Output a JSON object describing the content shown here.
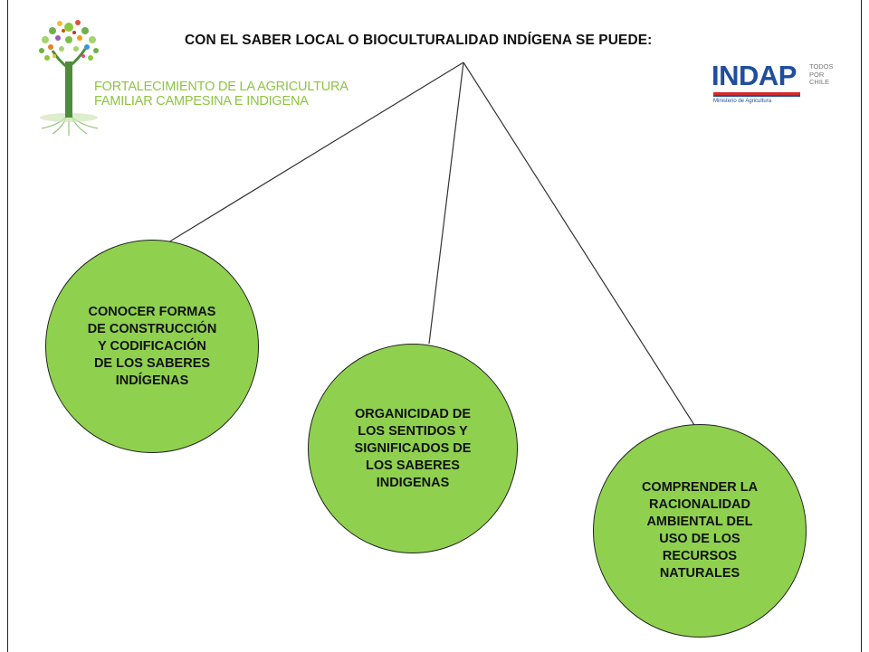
{
  "title": "CON EL SABER LOCAL O BIOCULTURALIDAD INDÍGENA SE PUEDE:",
  "program": {
    "lines": [
      "FORTALECIMIENTO DE LA AGRICULTURA",
      "FAMILIAR CAMPESINA E INDIGENA"
    ],
    "color": "#8cc63f"
  },
  "indap": {
    "brand": "INDAP",
    "tagline": [
      "TODOS",
      "POR",
      "CHILE"
    ],
    "ministry": "Ministerio de Agricultura",
    "brand_color": "#1f4e9c",
    "accent_color": "#d62b2b"
  },
  "nodes": [
    {
      "lines": [
        "CONOCER FORMAS",
        "DE CONSTRUCCIÓN",
        "Y CODIFICACIÓN",
        "DE LOS SABERES",
        "INDÍGENAS"
      ]
    },
    {
      "lines": [
        "ORGANICIDAD DE",
        "LOS SENTIDOS Y",
        "SIGNIFICADOS DE",
        "LOS SABERES",
        "INDIGENAS"
      ]
    },
    {
      "lines": [
        "COMPRENDER LA",
        "RACIONALIDAD",
        "AMBIENTAL DEL",
        "USO DE LOS",
        "RECURSOS",
        "NATURALES"
      ]
    }
  ],
  "colors": {
    "node_fill": "#8fd14f",
    "line": "#333333"
  }
}
